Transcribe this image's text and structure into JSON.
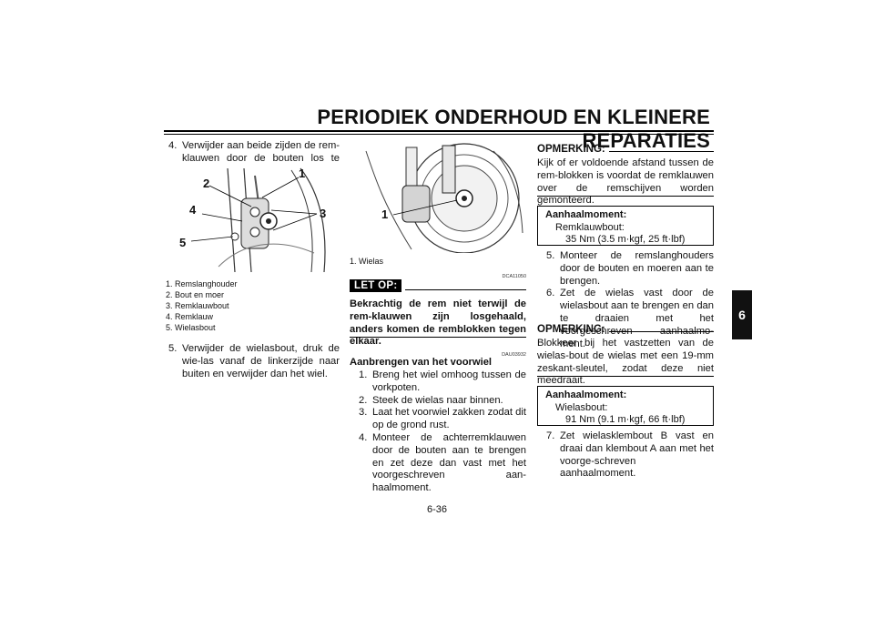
{
  "header": {
    "title": "PERIODIEK ONDERHOUD EN KLEINERE REPARATIES"
  },
  "side_tab": "6",
  "page_number": "6-36",
  "col1": {
    "step4": {
      "num": "4.",
      "text": "Verwijder aan beide zijden de rem-klauwen door de bouten los te halen."
    },
    "figure_callouts": [
      "1",
      "2",
      "3",
      "4",
      "5"
    ],
    "captions": [
      "1. Remslanghouder",
      "2. Bout en moer",
      "3. Remklauwbout",
      "4. Remklauw",
      "5. Wielasbout"
    ],
    "step5": {
      "num": "5.",
      "text": "Verwijder de wielasbout, druk de wie-las vanaf de linkerzijde naar buiten en verwijder dan het wiel."
    }
  },
  "col2": {
    "figure_callout": "1",
    "caption": "1. Wielas",
    "caution_code": "DCA11050",
    "caution_label": "LET OP:",
    "caution_text": "Bekrachtig de rem niet terwijl de rem-klauwen zijn losgehaald, anders komen de remblokken tegen elkaar.",
    "section_code": "DAU03932",
    "section_title": "Aanbrengen van het voorwiel",
    "steps": [
      {
        "num": "1.",
        "text": "Breng het wiel omhoog tussen de vorkpoten."
      },
      {
        "num": "2.",
        "text": "Steek de wielas naar binnen."
      },
      {
        "num": "3.",
        "text": "Laat het voorwiel zakken zodat dit op de grond rust."
      },
      {
        "num": "4.",
        "text": "Monteer de achterremklauwen door de bouten aan te brengen en zet deze dan vast met het voorgeschreven aan-haalmoment."
      }
    ]
  },
  "col3": {
    "note1_label": "OPMERKING:",
    "note1_text": "Kijk of er voldoende afstand tussen de rem-blokken is voordat de remklauwen over de remschijven worden gemonteerd.",
    "box1": {
      "title": "Aanhaalmoment:",
      "item": "Remklauwbout:",
      "value": "35 Nm (3.5 m·kgf, 25 ft·lbf)"
    },
    "steps": [
      {
        "num": "5.",
        "text": "Monteer de remslanghouders door de bouten en moeren aan te brengen."
      },
      {
        "num": "6.",
        "text": "Zet de wielas vast door de wielasbout aan te brengen en dan te draaien met het voorgeschreven aanhaalmo-ment."
      }
    ],
    "note2_label": "OPMERKING:",
    "note2_text": "Blokkeer bij het vastzetten van de wielas-bout de wielas met een 19-mm zeskant-sleutel, zodat deze niet meedraait.",
    "box2": {
      "title": "Aanhaalmoment:",
      "item": "Wielasbout:",
      "value": "91 Nm (9.1 m·kgf, 66 ft·lbf)"
    },
    "step7": {
      "num": "7.",
      "text": "Zet wielasklembout B vast en draai dan klembout A aan met het voorge-schreven aanhaalmoment."
    }
  }
}
